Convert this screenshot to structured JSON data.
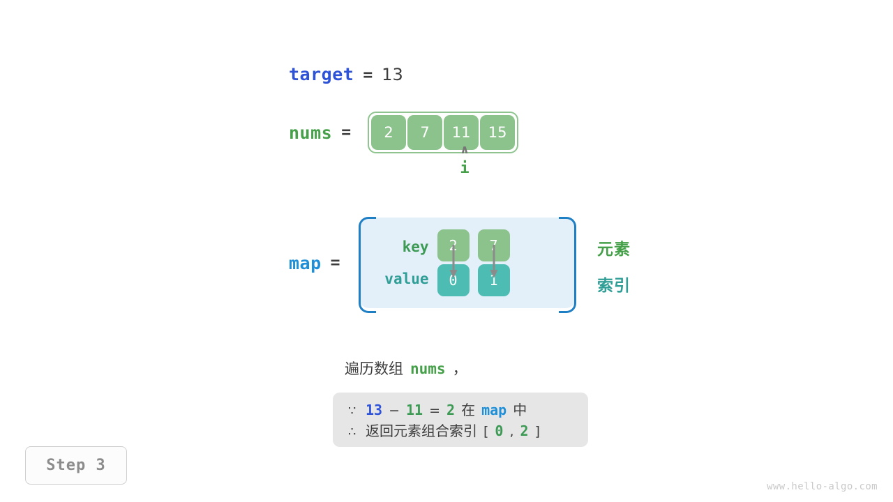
{
  "variables": {
    "target": {
      "name": "target",
      "equals": "=",
      "value": "13"
    },
    "nums": {
      "name": "nums",
      "equals": "=",
      "cells": [
        "2",
        "7",
        "11",
        "15"
      ]
    },
    "map": {
      "name": "map",
      "equals": "=",
      "key_label": "key",
      "value_label": "value",
      "keys": [
        "2",
        "7"
      ],
      "values": [
        "0",
        "1"
      ]
    }
  },
  "pointer": {
    "caret": "∧",
    "label": "i",
    "index": 2
  },
  "annotations": {
    "element": "元素",
    "index": "索引"
  },
  "caption": {
    "prefix": "遍历数组",
    "code": "nums",
    "suffix": "，"
  },
  "note": {
    "line1": {
      "symbol": "∵",
      "a": "13",
      "minus": "−",
      "b": "11",
      "eq": "=",
      "c": "2",
      "mid": "在",
      "map": "map",
      "end": "中"
    },
    "line2": {
      "symbol": "∴",
      "text": "返回元素组合索引",
      "bracket_open": "[",
      "i0": "0",
      "comma": ",",
      "i1": "2",
      "bracket_close": "]"
    }
  },
  "step": {
    "label": "Step 3"
  },
  "watermark": {
    "text": "www.hello-algo.com"
  },
  "colors": {
    "green": "#8cc38c",
    "green_text": "#45a049",
    "teal": "#4dbdb4",
    "teal_text": "#2f9e96",
    "blue": "#2f53d7",
    "light_blue": "#1f8fd8",
    "map_bg": "#e3eff9",
    "note_bg": "#e6e6e6",
    "gray_text": "#3d3d3d"
  }
}
